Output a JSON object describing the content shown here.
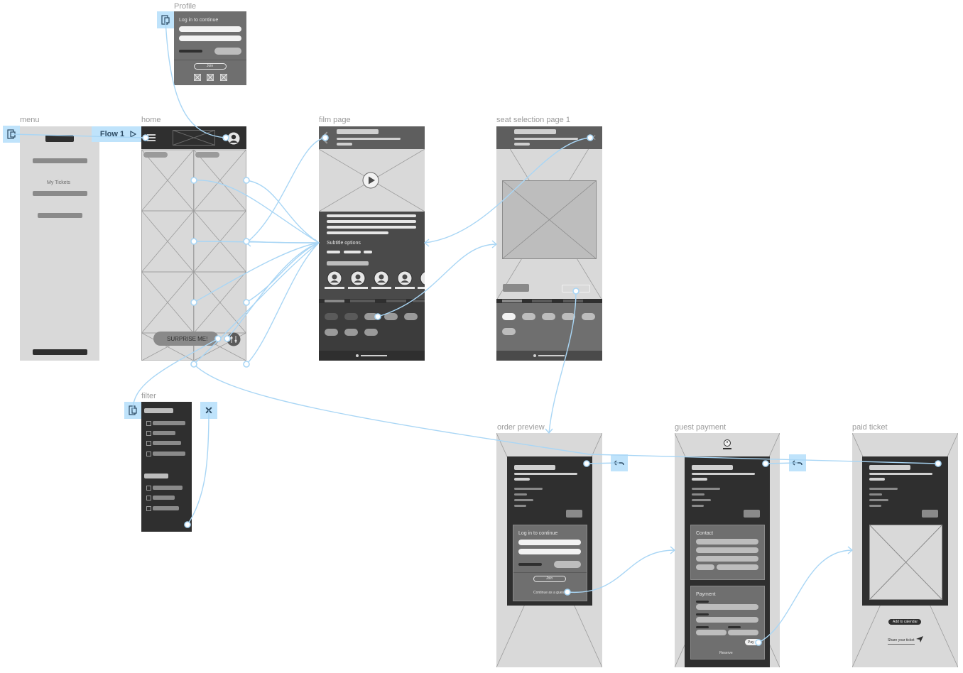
{
  "frames": {
    "profile": "Profile",
    "menu": "menu",
    "home": "home",
    "film_page": "film page",
    "seat_selection": "seat selection page 1",
    "filter": "filter",
    "order_preview": "order preview",
    "guest_payment": "guest payment",
    "paid_ticket": "paid ticket"
  },
  "flow": {
    "label": "Flow 1"
  },
  "profile": {
    "login_prompt": "Log in to continue",
    "join_label": "Join"
  },
  "menu": {
    "my_tickets": "My Tickets"
  },
  "home": {
    "surprise_button": "SURPRISE ME!"
  },
  "film": {
    "subtitle_options": "Subtitle options"
  },
  "order": {
    "login_prompt": "Log in to continue",
    "join_label": "Join",
    "continue_guest": "Continue as a guest"
  },
  "payment": {
    "contact": "Contact",
    "payment": "Payment",
    "pay_label": "Pay",
    "reserve_label": "Reserve"
  },
  "ticket": {
    "add_calendar": "Add to calendar",
    "share_ticket": "Share your ticket"
  },
  "colors": {
    "wire_light": "#d9d9d9",
    "wire_dark": "#2f2f2f",
    "wire_mid": "#6f6f6f",
    "prototype_blue": "#bfe3fb",
    "connector_blue": "#a9d6f5"
  }
}
